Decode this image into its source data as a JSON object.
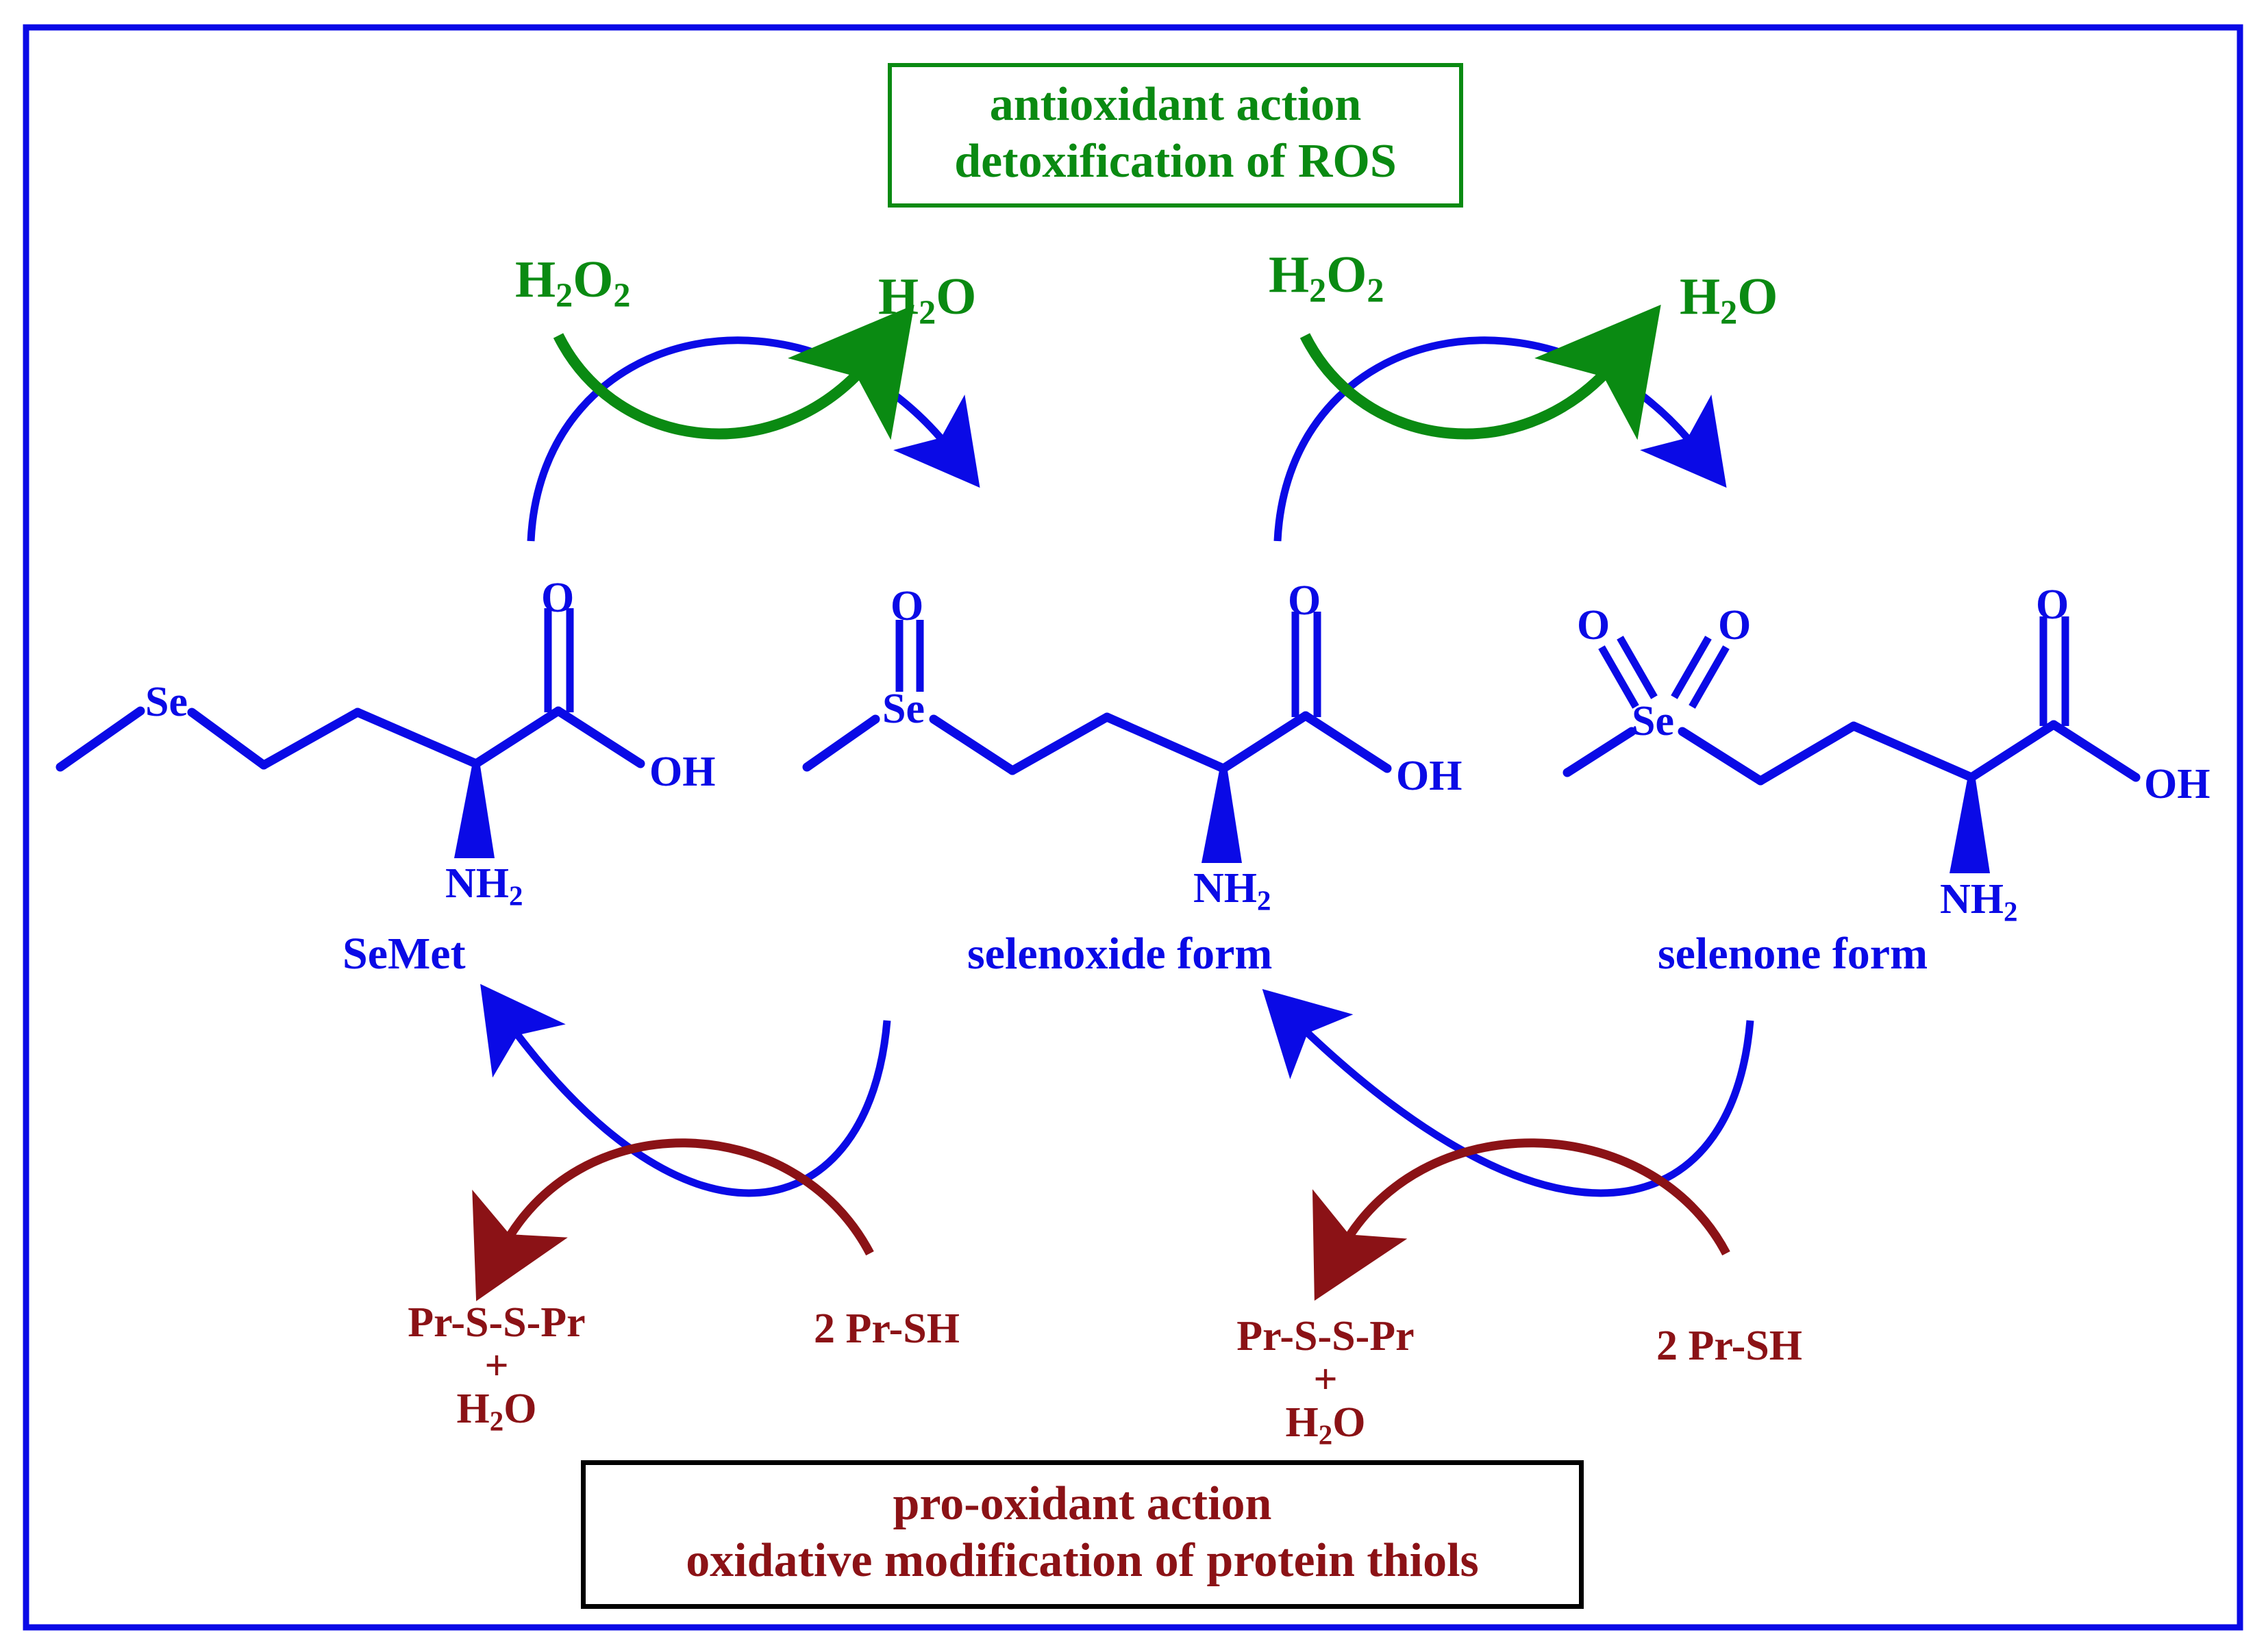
{
  "figure": {
    "title_top": "antioxidant action",
    "subtitle_top": "detoxification of ROS",
    "title_bottom": "pro-oxidant action",
    "subtitle_bottom": "oxidative modification of protein thiols",
    "border_color": "#0a0ae6",
    "colors": {
      "molecule_blue": "#0a0ae6",
      "oxidant_green": "#0a8a12",
      "thiol_darkred": "#8B1216",
      "box_black": "#000000"
    }
  },
  "top_box": {
    "line1": "antioxidant action",
    "line2": "detoxification of ROS",
    "border_color": "#0a8a12",
    "text_color": "#0a8a12"
  },
  "bottom_box": {
    "line1": "pro-oxidant action",
    "line2": "oxidative modification of protein thiols",
    "border_color": "#000000",
    "text_color": "#8B1216"
  },
  "oxidation_steps": [
    {
      "id": "step1",
      "reactant": "H",
      "reactant_sub": "2",
      "reactant_tail": "O",
      "reactant_sub2": "2",
      "reactant_full": "H2O2",
      "product_full": "H2O"
    },
    {
      "id": "step2",
      "reactant_full": "H2O2",
      "product_full": "H2O"
    }
  ],
  "reduction_steps": [
    {
      "id": "red1",
      "product_line1": "Pr-S-S-Pr",
      "product_line2": "+",
      "product_line3": "H2O",
      "reactant": "2 Pr-SH"
    },
    {
      "id": "red2",
      "product_line1": "Pr-S-S-Pr",
      "product_line2": "+",
      "product_line3": "H2O",
      "reactant": "2 Pr-SH"
    }
  ],
  "molecules": [
    {
      "id": "semet",
      "label": "SeMet",
      "atoms": {
        "se": "Se",
        "carbonyl_o": "O",
        "hydroxyl": "OH",
        "amine": "NH",
        "amine_sub": "2"
      },
      "se_oxygens": 0
    },
    {
      "id": "selenoxide",
      "label": "selenoxide form",
      "atoms": {
        "se": "Se",
        "se_o1": "O",
        "carbonyl_o": "O",
        "hydroxyl": "OH",
        "amine": "NH",
        "amine_sub": "2"
      },
      "se_oxygens": 1
    },
    {
      "id": "selenone",
      "label": "selenone form",
      "atoms": {
        "se": "Se",
        "se_o1": "O",
        "se_o2": "O",
        "carbonyl_o": "O",
        "hydroxyl": "OH",
        "amine": "NH",
        "amine_sub": "2"
      },
      "se_oxygens": 2
    }
  ],
  "labels": {
    "h2o2_1": "H2O2",
    "h2o_1": "H2O",
    "h2o2_2": "H2O2",
    "h2o_2": "H2O",
    "prssp_1": "Pr-S-S-Pr",
    "plus_1": "+",
    "h2o_b1": "H2O",
    "prsh_1": "2 Pr-SH",
    "prssp_2": "Pr-S-S-Pr",
    "plus_2": "+",
    "h2o_b2": "H2O",
    "prsh_2": "2 Pr-SH",
    "semet": "SeMet",
    "selenoxide": "selenoxide form",
    "selenone": "selenone form",
    "o_atom": "O",
    "oh_group": "OH",
    "se_atom": "Se",
    "nh2_group": "NH2"
  }
}
